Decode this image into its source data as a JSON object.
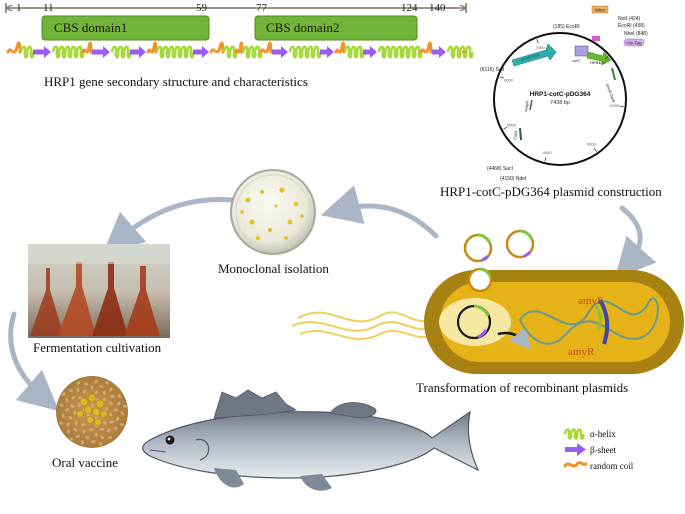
{
  "hrp1": {
    "ticks": [
      "1",
      "11",
      "59",
      "77",
      "124",
      "140"
    ],
    "domain1": "CBS domain1",
    "domain2": "CBS domain2",
    "caption": "HRP1 gene secondary structure and characteristics"
  },
  "plasmid": {
    "name": "HRP1-cotC-pDG364",
    "size": "7438 bp",
    "caption": "HRP1-cotC-pDG364 plasmid construction",
    "sites": [
      {
        "label": "(185) EcoRI"
      },
      {
        "label": "NotI (424)"
      },
      {
        "label": "EcoRI (458)"
      },
      {
        "label": "NheI (848)"
      },
      {
        "label": "(6116) SalI"
      },
      {
        "label": "(4468) SacI"
      },
      {
        "label": "(4150) NdeI"
      }
    ],
    "boxes": [
      "linker",
      "His-Tag"
    ],
    "features": [
      "amyE-front",
      "cotC",
      "HRP1",
      "amyE-back",
      "AmpR",
      "CmR"
    ],
    "scale_ticks": [
      "1000",
      "2000",
      "3000",
      "4000",
      "5000",
      "6000",
      "7000"
    ]
  },
  "steps": {
    "monoclonal": "Monoclonal isolation",
    "fermentation": "Fermentation cultivation",
    "oral_vaccine": "Oral vaccine",
    "transformation": "Transformation of recombinant plasmids"
  },
  "cell_labels": {
    "amyF": "amyF",
    "amyR": "amyR"
  },
  "legend": {
    "alpha": "α-helix",
    "beta": "β-sheet",
    "coil": "random coil"
  },
  "colors": {
    "domain": "#72b33a",
    "helix": "#a8d93c",
    "sheet": "#9b5cf0",
    "coil": "#f0932b",
    "cell_outer": "#a78212",
    "cell_inner": "#e5b318",
    "plasmid_teal": "#2fb0b0",
    "arrow": "#aab6c6"
  }
}
